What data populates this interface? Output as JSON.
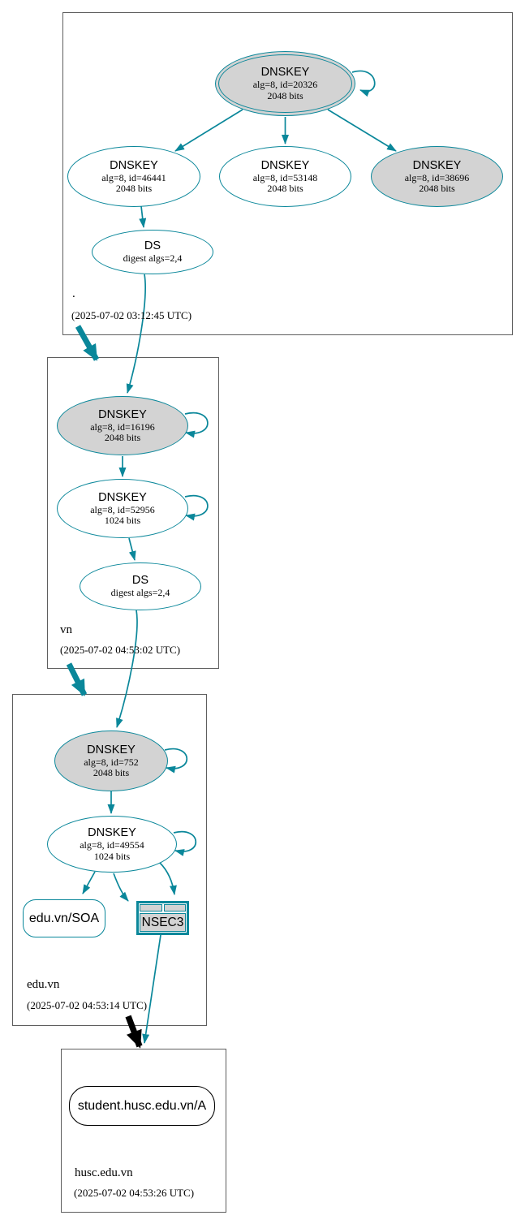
{
  "colors": {
    "secure": "#0a879a",
    "insecure_delegation": "#000000",
    "node_fill_gray": "#d3d3d3",
    "zone_box_border": "#5e5e5e"
  },
  "zones": {
    "root": {
      "label": ".",
      "timestamp": "(2025-07-02 03:12:45 UTC)",
      "ksk": {
        "title": "DNSKEY",
        "line1": "alg=8, id=20326",
        "line2": "2048 bits"
      },
      "zsk1": {
        "title": "DNSKEY",
        "line1": "alg=8, id=46441",
        "line2": "2048 bits"
      },
      "zsk2": {
        "title": "DNSKEY",
        "line1": "alg=8, id=53148",
        "line2": "2048 bits"
      },
      "ksk2": {
        "title": "DNSKEY",
        "line1": "alg=8, id=38696",
        "line2": "2048 bits"
      },
      "ds": {
        "title": "DS",
        "line1": "digest algs=2,4"
      }
    },
    "vn": {
      "label": "vn",
      "timestamp": "(2025-07-02 04:53:02 UTC)",
      "ksk": {
        "title": "DNSKEY",
        "line1": "alg=8, id=16196",
        "line2": "2048 bits"
      },
      "zsk": {
        "title": "DNSKEY",
        "line1": "alg=8, id=52956",
        "line2": "1024 bits"
      },
      "ds": {
        "title": "DS",
        "line1": "digest algs=2,4"
      }
    },
    "edu_vn": {
      "label": "edu.vn",
      "timestamp": "(2025-07-02 04:53:14 UTC)",
      "ksk": {
        "title": "DNSKEY",
        "line1": "alg=8, id=752",
        "line2": "2048 bits"
      },
      "zsk": {
        "title": "DNSKEY",
        "line1": "alg=8, id=49554",
        "line2": "1024 bits"
      },
      "soa": {
        "label": "edu.vn/SOA"
      },
      "nsec3": {
        "label": "NSEC3"
      }
    },
    "husc_edu_vn": {
      "label": "husc.edu.vn",
      "timestamp": "(2025-07-02 04:53:26 UTC)",
      "a_record": {
        "label": "student.husc.edu.vn/A"
      }
    }
  }
}
